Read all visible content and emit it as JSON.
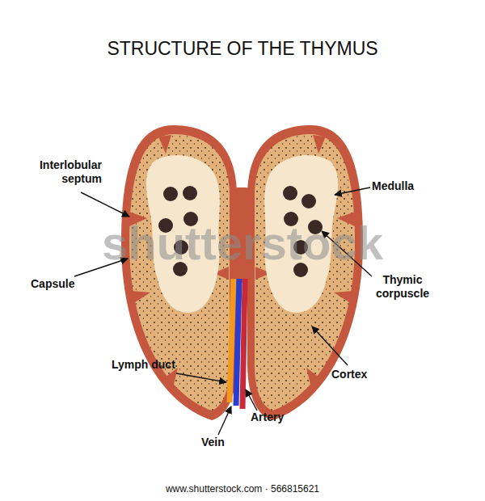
{
  "diagram": {
    "title": "STRUCTURE OF THE THYMUS",
    "labels": [
      "Interlobular septum",
      "Medulla",
      "Capsule",
      "Thymic corpuscle",
      "shutterstock",
      "Lymph duct",
      "Cortex",
      "Artery",
      "Vein",
      "www.shutterstock.com · 566815621"
    ]
  }
}
